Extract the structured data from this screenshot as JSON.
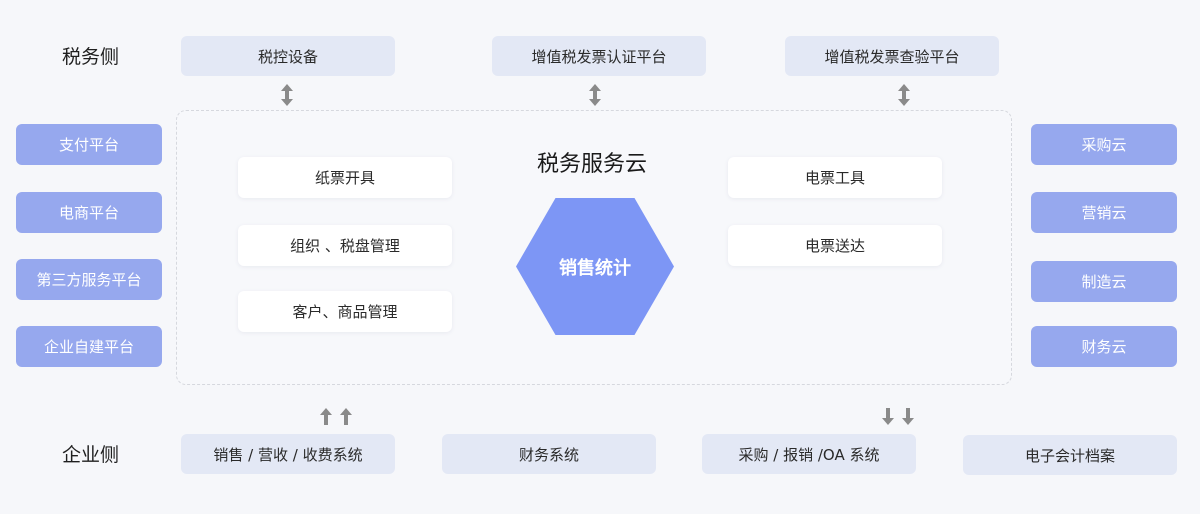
{
  "labels": {
    "tax_side": "税务侧",
    "enterprise_side": "企业侧"
  },
  "top_systems": [
    "税控设备",
    "增值税发票认证平台",
    "增值税发票查验平台"
  ],
  "left_platforms": [
    "支付平台",
    "电商平台",
    "第三方服务平台",
    "企业自建平台"
  ],
  "right_clouds": [
    "采购云",
    "营销云",
    "制造云",
    "财务云"
  ],
  "center": {
    "title": "税务服务云",
    "left_features": [
      "纸票开具",
      "组织 、税盘管理",
      "客户、商品管理"
    ],
    "right_features": [
      "电票工具",
      "电票送达"
    ],
    "hub": "销售统计"
  },
  "bottom_systems": [
    "销售 / 营收 / 收费系统",
    "财务系统",
    "采购 / 报销 /OA 系统",
    "电子会计档案"
  ],
  "colors": {
    "accent": "#7d96f5",
    "light_box": "#e3e8f5",
    "side_box": "#96a8ee",
    "arrow": "#8a8a8a"
  },
  "icons": {
    "vertical_double_arrow": "double-arrow-icon",
    "up_arrow": "up-arrow-icon",
    "down_arrow": "down-arrow-icon"
  }
}
